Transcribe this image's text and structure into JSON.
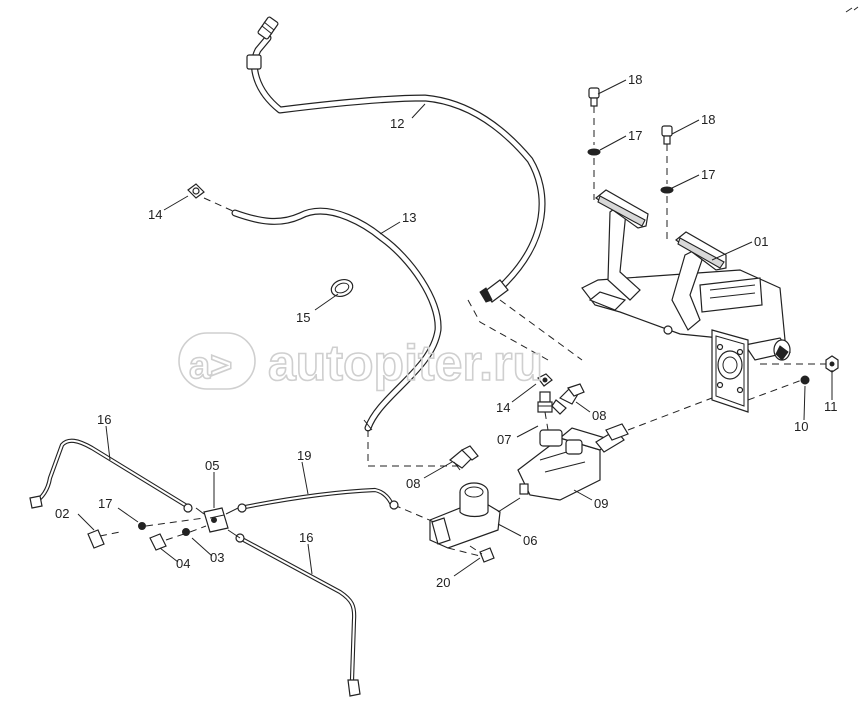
{
  "watermark": {
    "text": "autopiter.ru",
    "icon": "a>"
  },
  "labels": [
    {
      "id": "l18a",
      "text": "18"
    },
    {
      "id": "l17a",
      "text": "17"
    },
    {
      "id": "l18b",
      "text": "18"
    },
    {
      "id": "l17b",
      "text": "17"
    },
    {
      "id": "l12",
      "text": "12"
    },
    {
      "id": "l13",
      "text": "13"
    },
    {
      "id": "l14a",
      "text": "14"
    },
    {
      "id": "l15",
      "text": "15"
    },
    {
      "id": "l01",
      "text": "01"
    },
    {
      "id": "l14b",
      "text": "14"
    },
    {
      "id": "l08a",
      "text": "08"
    },
    {
      "id": "l07",
      "text": "07"
    },
    {
      "id": "l08b",
      "text": "08"
    },
    {
      "id": "l09",
      "text": "09"
    },
    {
      "id": "l06",
      "text": "06"
    },
    {
      "id": "l20",
      "text": "20"
    },
    {
      "id": "l10",
      "text": "10"
    },
    {
      "id": "l11",
      "text": "11"
    },
    {
      "id": "l16a",
      "text": "16"
    },
    {
      "id": "l16b",
      "text": "16"
    },
    {
      "id": "l05",
      "text": "05"
    },
    {
      "id": "l19",
      "text": "19"
    },
    {
      "id": "l17c",
      "text": "17"
    },
    {
      "id": "l02",
      "text": "02"
    },
    {
      "id": "l03",
      "text": "03"
    },
    {
      "id": "l04",
      "text": "04"
    }
  ]
}
